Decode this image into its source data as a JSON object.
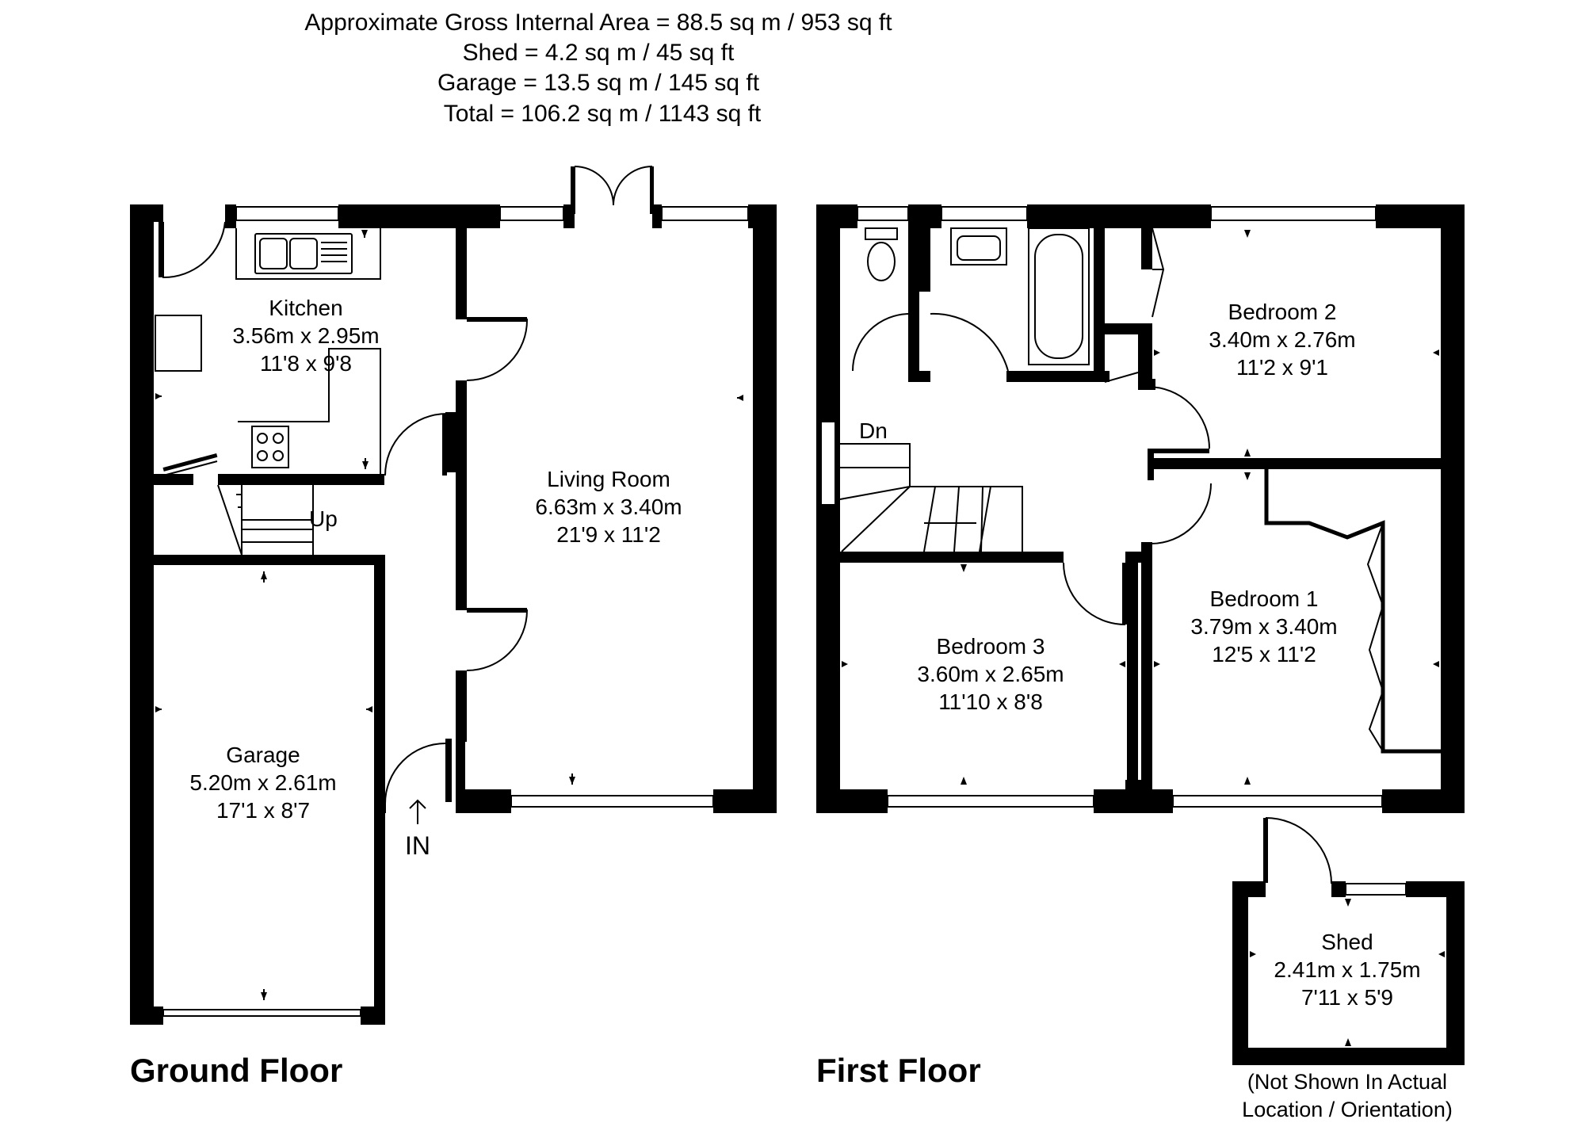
{
  "summary": {
    "line1": "Approximate Gross Internal Area = 88.5 sq m / 953 sq ft",
    "line2": "Shed = 4.2 sq m / 45 sq ft",
    "line3": "Garage = 13.5 sq m / 145 sq ft",
    "line4": "Total = 106.2 sq m / 1143 sq ft"
  },
  "ground_floor": {
    "label": "Ground Floor",
    "kitchen": {
      "name": "Kitchen",
      "metric": "3.56m x 2.95m",
      "imperial": "11'8 x 9'8"
    },
    "living": {
      "name": "Living Room",
      "metric": "6.63m x 3.40m",
      "imperial": "21'9 x 11'2"
    },
    "garage": {
      "name": "Garage",
      "metric": "5.20m x 2.61m",
      "imperial": "17'1 x 8'7"
    },
    "stairs_label": "Up",
    "entrance_label": "IN"
  },
  "first_floor": {
    "label": "First Floor",
    "bedroom2": {
      "name": "Bedroom 2",
      "metric": "3.40m x 2.76m",
      "imperial": "11'2 x 9'1"
    },
    "bedroom1": {
      "name": "Bedroom 1",
      "metric": "3.79m x 3.40m",
      "imperial": "12'5 x 11'2"
    },
    "bedroom3": {
      "name": "Bedroom 3",
      "metric": "3.60m x 2.65m",
      "imperial": "11'10 x 8'8"
    },
    "stairs_label": "Dn"
  },
  "shed": {
    "name": "Shed",
    "metric": "2.41m x 1.75m",
    "imperial": "7'11 x 5'9",
    "note1": "(Not Shown In Actual",
    "note2": "Location / Orientation)"
  }
}
